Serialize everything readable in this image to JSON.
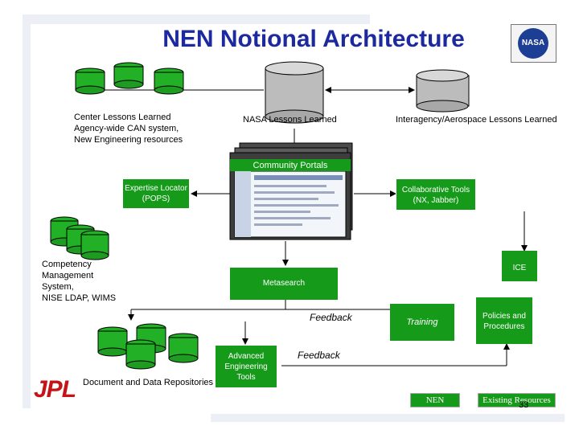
{
  "title": "NEN Notional Architecture",
  "logo_text": "NASA",
  "jpl_text": "JPL",
  "labels": {
    "center": "Center Lessons Learned\nAgency-wide CAN system,\nNew Engineering resources",
    "nasa_ll": "NASA Lessons Learned",
    "interagency": "Interagency/Aerospace Lessons Learned",
    "community_portals": "Community Portals",
    "expertise": "Expertise Locator (POPS)",
    "collaborative": "Collaborative Tools (NX, Jabber)",
    "competency": "Competency\nManagement\nSystem,\nNISE LDAP, WIMS",
    "ice": "ICE",
    "metasearch": "Metasearch",
    "feedback1": "Feedback",
    "training": "Training",
    "policies": "Policies and Procedures",
    "advanced": "Advanced Engineering Tools",
    "feedback2": "Feedback",
    "document": "Document and Data Repositories"
  },
  "legend": {
    "nen": "NEN",
    "existing": "Existing Resources"
  },
  "page_number": "33",
  "colors": {
    "title": "#1c2a9e",
    "green": "#169a1a",
    "cylinder_green": "#22b126",
    "cylinder_gray": "#bcbcbc",
    "jpl_red": "#c41418"
  }
}
